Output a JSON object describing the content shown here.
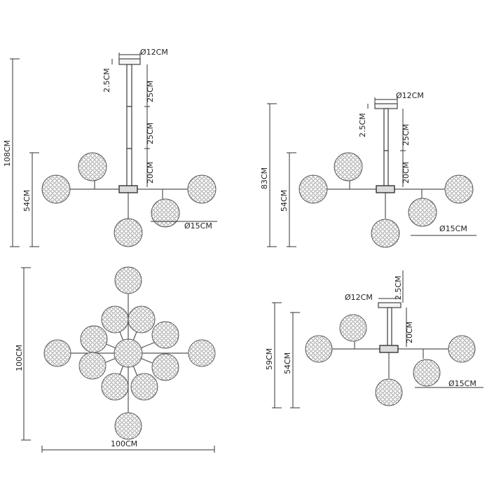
{
  "colors": {
    "line": "#333333",
    "glass": "#9a9a9a",
    "background": "#ffffff"
  },
  "views": {
    "pendant_108": {
      "overall_height": "108CM",
      "body_height": "54CM",
      "canopy_diameter": "Ø12CM",
      "canopy_height": "2.5CM",
      "rod_segment_1": "25CM",
      "rod_segment_2": "25CM",
      "rod_segment_3": "20CM",
      "shade_diameter": "Ø15CM"
    },
    "pendant_83": {
      "overall_height": "83CM",
      "body_height": "54CM",
      "canopy_diameter": "Ø12CM",
      "canopy_height": "2.5CM",
      "rod_segment_1": "25CM",
      "rod_segment_2": "20CM",
      "shade_diameter": "Ø15CM"
    },
    "top_view": {
      "height": "100CM",
      "width": "100CM"
    },
    "ceiling_59": {
      "overall_height": "59CM",
      "body_height": "54CM",
      "canopy_diameter": "Ø12CM",
      "canopy_height": "2.5CM",
      "rod_segment_1": "20CM",
      "shade_diameter": "Ø15CM"
    }
  }
}
